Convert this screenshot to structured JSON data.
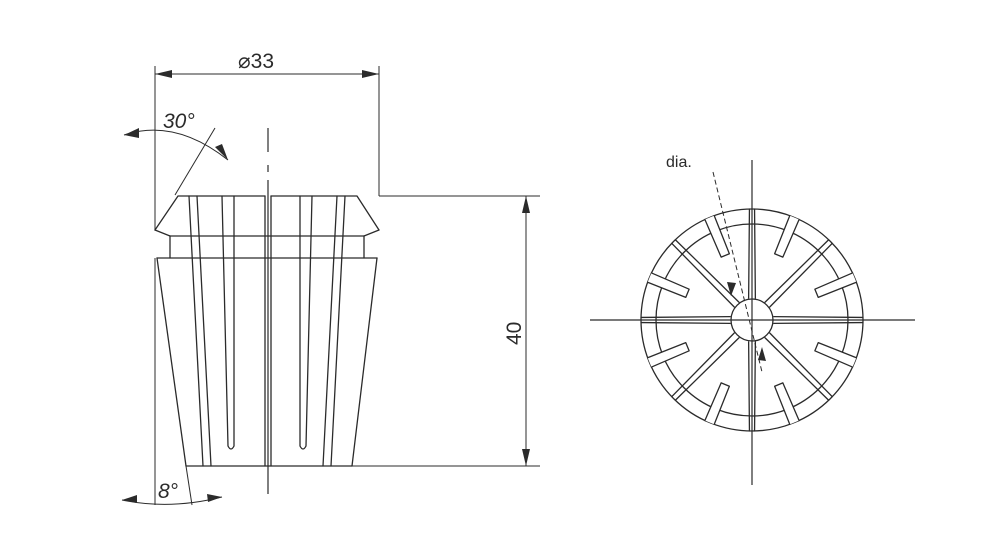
{
  "labels": {
    "diameter": "⌀33",
    "cone_angle": "30°",
    "taper_angle": "8°",
    "length": "40",
    "bore": "dia."
  },
  "colors": {
    "ink": "#2b2b2b",
    "background": "#ffffff"
  }
}
